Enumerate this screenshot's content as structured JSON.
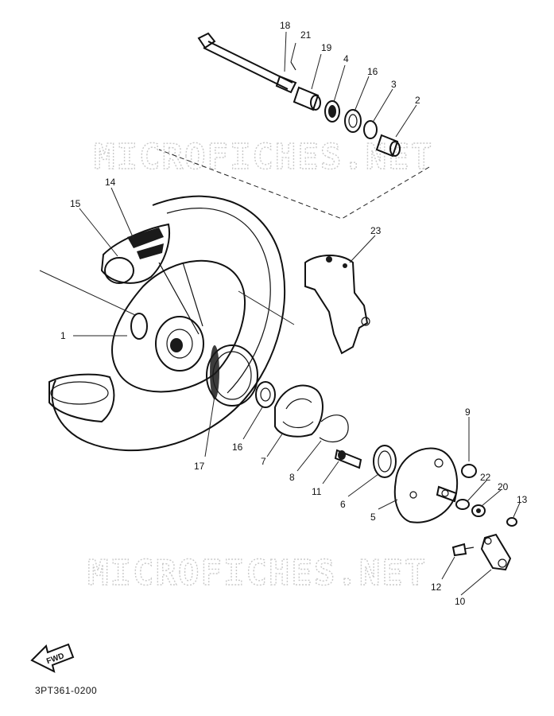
{
  "watermark": "MICROFICHES.NET",
  "fwd_label": "FWD",
  "diagram_code": "3PT361-0200",
  "callouts": [
    "18",
    "21",
    "19",
    "4",
    "16",
    "3",
    "2",
    "14",
    "15",
    "23",
    "1",
    "9",
    "16",
    "17",
    "7",
    "8",
    "11",
    "6",
    "5",
    "22",
    "20",
    "13",
    "12",
    "10"
  ]
}
